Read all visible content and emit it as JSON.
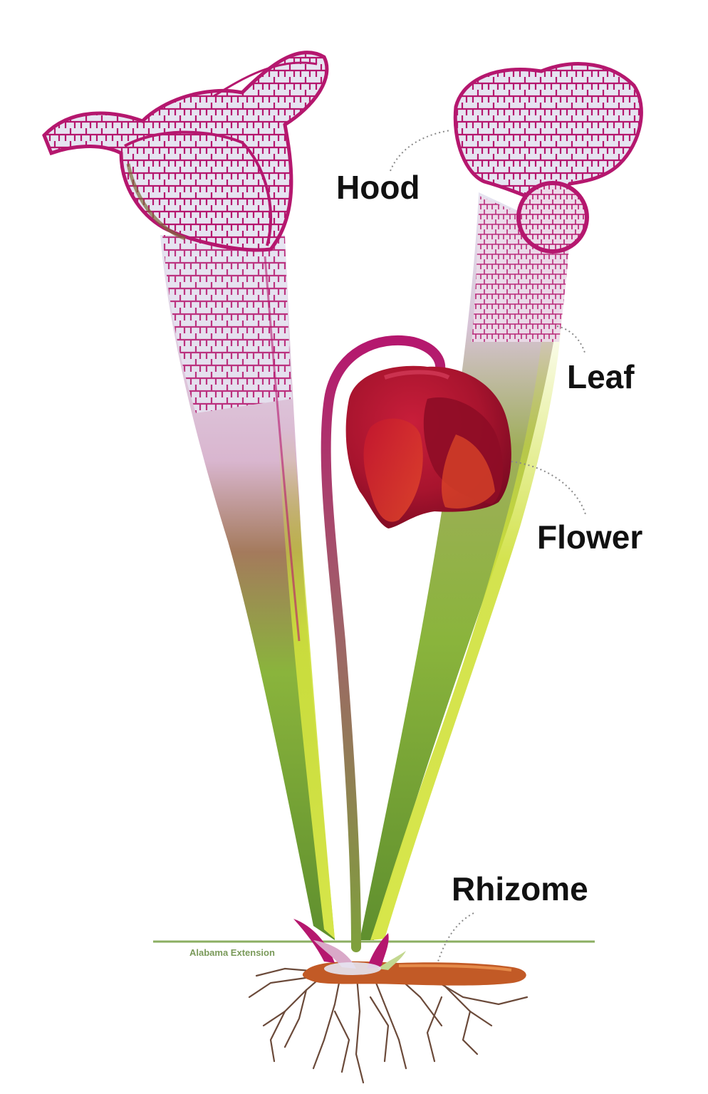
{
  "labels": {
    "hood": "Hood",
    "leaf": "Leaf",
    "flower": "Flower",
    "rhizome": "Rhizome"
  },
  "credit": "Alabama Extension",
  "colors": {
    "hood_vein": "#b5176e",
    "hood_fill": "#e6e4f1",
    "leaf_green": "#8ab43c",
    "leaf_light": "#cfe03c",
    "flower_red": "#a8142e",
    "flower_dark": "#7c0a22",
    "rhizome": "#c25a26",
    "roots": "#6b4a3a",
    "ground_line": "#6f9a3c",
    "leader_line": "#8a8a8a"
  }
}
